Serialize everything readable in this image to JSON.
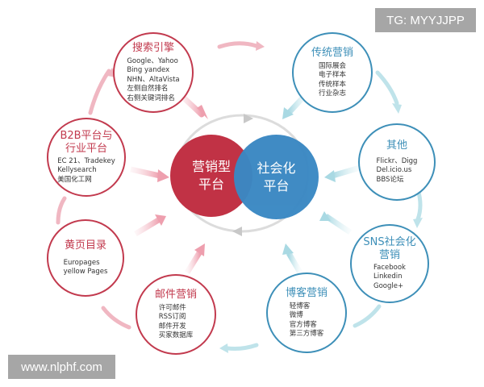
{
  "watermarks": {
    "top_right": "TG: MYYJJPP",
    "bottom_left": "www.nlphf.com"
  },
  "center": {
    "marketing": {
      "line1": "营销型",
      "line2": "平台"
    },
    "social": {
      "line1": "社会化",
      "line2": "平台"
    }
  },
  "nodes": {
    "search": {
      "title": "搜索引擎",
      "items": [
        "Google、Yahoo",
        "Bing yandex",
        "NHN、AltaVista",
        "左侧自然排名",
        "右侧关键词排名"
      ]
    },
    "b2b": {
      "title_line1": "B2B平台与",
      "title_line2": "行业平台",
      "items": [
        "EC 21、Tradekey",
        "Kellysearch",
        "美国化工网"
      ]
    },
    "yellow": {
      "title": "黄页目录",
      "items": [
        "Europages",
        "yellow Pages"
      ]
    },
    "email": {
      "title": "邮件营销",
      "items": [
        "许可邮件",
        "RSS订阅",
        "邮件开发",
        "买家数据库"
      ]
    },
    "traditional": {
      "title": "传统营销",
      "items": [
        "国际展会",
        "电子样本",
        "传统样本",
        "行业杂志"
      ]
    },
    "other": {
      "title": "其他",
      "items": [
        "Flickr、Digg",
        "Del.icio.us",
        "BBS论坛"
      ]
    },
    "sns": {
      "title_line1": "SNS社会化",
      "title_line2": "营销",
      "items": [
        "Facebook",
        "Linkedin",
        "Google+"
      ]
    },
    "blog": {
      "title": "博客营销",
      "items": [
        "轻博客",
        "微博",
        "官方博客",
        "第三方博客"
      ]
    }
  },
  "colors": {
    "marketing_red": "#c13245",
    "social_blue": "#3a88c3",
    "red_ring": "#c23a4e",
    "blue_ring": "#3d8fb8",
    "pink_arrow": "#f2b8c2",
    "teal_arrow": "#bfe3ea",
    "grey_cycle": "#d9d9d9",
    "watermark_bg": "#a6a6a6"
  }
}
